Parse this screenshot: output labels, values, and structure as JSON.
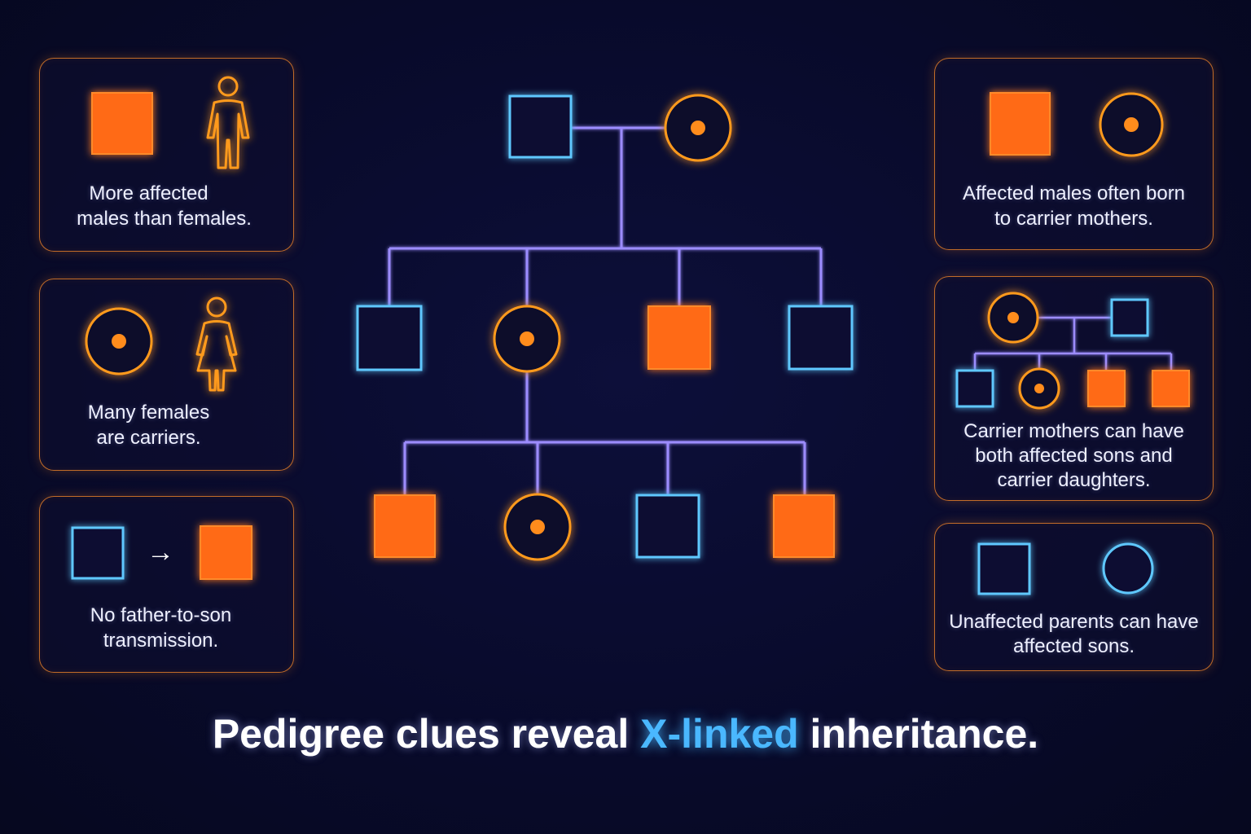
{
  "cards": {
    "more_affected": {
      "lines": [
        "More affected",
        "males than females."
      ]
    },
    "carriers": {
      "lines": [
        "Many females",
        "are carriers."
      ]
    },
    "no_father_son": {
      "lines": [
        "No father-to-son",
        "transmission."
      ]
    },
    "carrier_mothers": {
      "lines": [
        "Affected males often born",
        "to carrier mothers."
      ]
    },
    "affected_sons_daughters": {
      "lines": [
        "Carrier mothers can have",
        "both affected sons and",
        "carrier daughters."
      ]
    },
    "unaffected_parents": {
      "lines": [
        "Unaffected parents can have",
        "affected sons."
      ]
    }
  },
  "caption": {
    "before": "Pedigree clues reveal ",
    "highlight": "X-linked",
    "after": " inheritance."
  },
  "arrow": "→",
  "colors": {
    "affected": "#ff6a13",
    "carrier": "#ff9a1f",
    "unaffected": "#5ec8ff",
    "line": "#9c8cff",
    "highlight": "#4ab8ff"
  },
  "pedigree": {
    "generations": [
      [
        "unaffected-male",
        "carrier-female"
      ],
      [
        "unaffected-male",
        "carrier-female",
        "affected-male",
        "unaffected-male"
      ],
      [
        "affected-male",
        "carrier-female",
        "unaffected-male",
        "affected-male"
      ]
    ]
  }
}
